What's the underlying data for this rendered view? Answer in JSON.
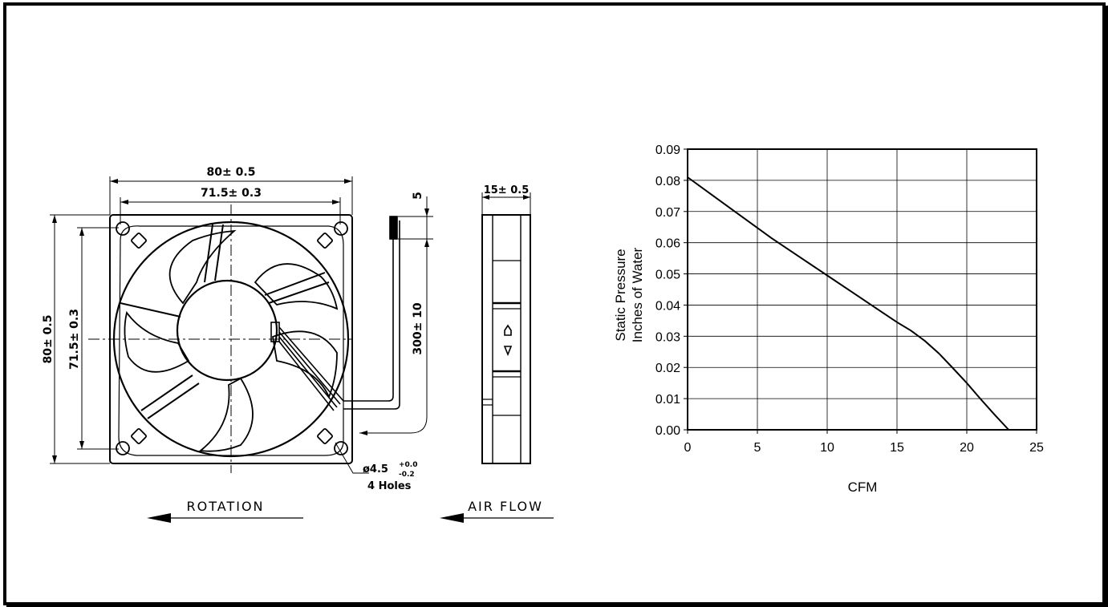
{
  "drawing": {
    "front_view": {
      "width_outer": "80± 0.5",
      "width_inner": "71.5± 0.3",
      "height_outer": "80± 0.5",
      "height_inner": "71.5± 0.3",
      "hole_dia": "ø4.5",
      "hole_tol_upper": "+0.0",
      "hole_tol_lower": "-0.2",
      "hole_count": "4 Holes"
    },
    "lead_wire": {
      "strip_length": "5",
      "wire_length": "300± 10"
    },
    "side_view": {
      "thickness": "15± 0.5"
    },
    "rotation_label": "ROTATION",
    "airflow_label": "AIR FLOW"
  },
  "chart_data": {
    "type": "line",
    "title": "",
    "xlabel": "CFM",
    "ylabel_line1": "Static Pressure",
    "ylabel_line2": "Inches of Water",
    "xlim": [
      0,
      25
    ],
    "ylim": [
      0,
      0.09
    ],
    "x_ticks": [
      "0",
      "5",
      "10",
      "15",
      "20",
      "25"
    ],
    "y_ticks": [
      "0.00",
      "0.01",
      "0.02",
      "0.03",
      "0.04",
      "0.05",
      "0.06",
      "0.07",
      "0.08",
      "0.09"
    ],
    "grid": true,
    "series": [
      {
        "x": [
          0,
          2,
          4,
          6,
          8,
          10,
          12,
          14,
          15,
          16,
          17,
          18,
          19,
          20,
          21,
          22,
          23
        ],
        "y": [
          0.081,
          0.0745,
          0.068,
          0.0615,
          0.0555,
          0.0495,
          0.0435,
          0.0375,
          0.0345,
          0.0318,
          0.0285,
          0.0245,
          0.0198,
          0.015,
          0.0098,
          0.0048,
          0.0
        ]
      }
    ],
    "line_color": "#000000"
  }
}
